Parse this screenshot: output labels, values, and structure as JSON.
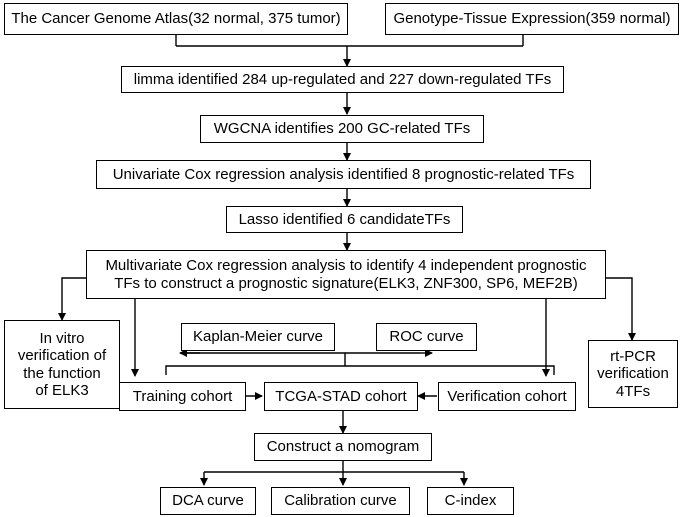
{
  "nodes": {
    "tcga": "The Cancer Genome Atlas(32 normal, 375 tumor)",
    "gtex": "Genotype-Tissue Expression(359 normal)",
    "limma": "limma identified 284 up-regulated and 227 down-regulated TFs",
    "wgcna": "WGCNA identifies 200 GC-related TFs",
    "univariate": "Univariate Cox regression analysis identified 8 prognostic-related TFs",
    "lasso": "Lasso identified 6 candidateTFs",
    "multivariate_line1": "Multivariate Cox regression analysis to identify 4 independent prognostic",
    "multivariate_line2": "TFs to construct a prognostic signature(ELK3, ZNF300, SP6, MEF2B)",
    "invitro_line1": "In vitro",
    "invitro_line2": "verification of",
    "invitro_line3": "the function",
    "invitro_line4": "of ELK3",
    "kaplan": "Kaplan-Meier curve",
    "roc": "ROC curve",
    "training": "Training cohort",
    "tcga_stad": "TCGA-STAD cohort",
    "verification": "Verification cohort",
    "rtpcr_line1": "rt-PCR",
    "rtpcr_line2": "verification",
    "rtpcr_line3": "4TFs",
    "nomogram": "Construct a nomogram",
    "dca": "DCA curve",
    "calibration": "Calibration curve",
    "cindex": "C-index"
  }
}
